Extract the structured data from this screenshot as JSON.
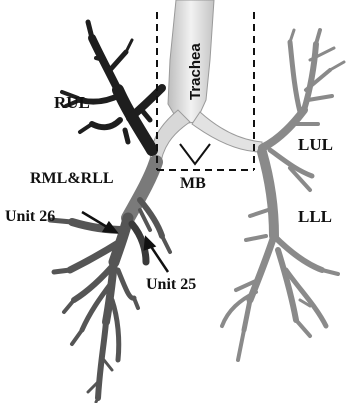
{
  "labels": {
    "trachea": "Trachea",
    "rul": "RUL",
    "rml_rll": "RML&RLL",
    "lul": "LUL",
    "lll": "LLL",
    "mb": "MB",
    "unit26": "Unit 26",
    "unit25": "Unit 25"
  }
}
